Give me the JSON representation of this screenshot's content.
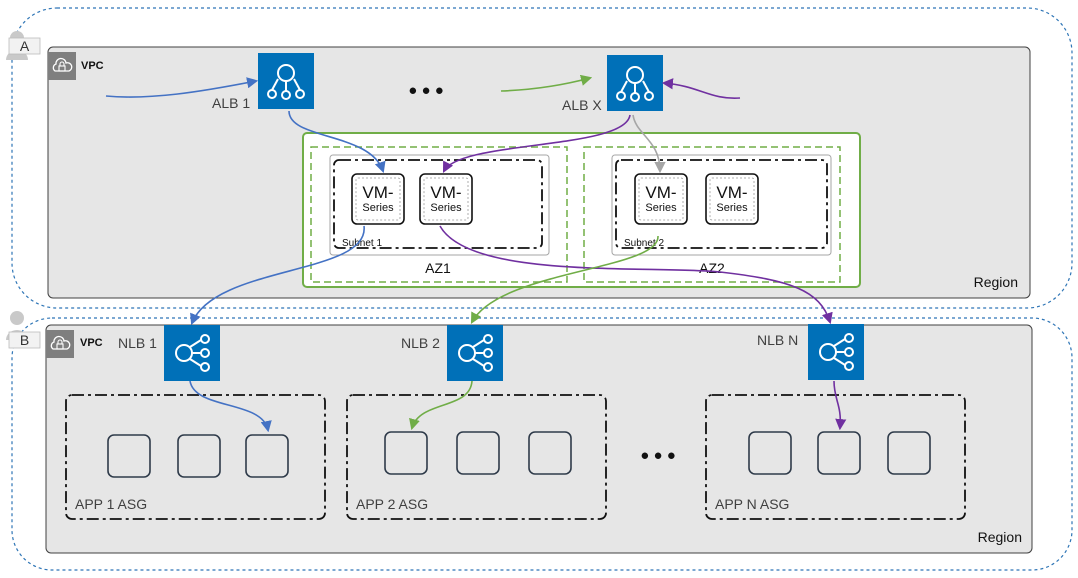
{
  "accounts": [
    {
      "id": "a",
      "letter": "A"
    },
    {
      "id": "b",
      "letter": "B"
    }
  ],
  "top_region": {
    "vpc_label": "VPC",
    "region_label": "Region",
    "alb_1_label": "ALB 1",
    "alb_x_label": "ALB X",
    "ellipsis": "● ● ●",
    "az1_label": "AZ1",
    "az2_label": "AZ2",
    "subnet_1_label": "Subnet 1",
    "subnet_2_label": "Subnet 2",
    "vm_series": {
      "line1": "VM-",
      "line2": "Series"
    }
  },
  "bottom_region": {
    "vpc_label": "VPC",
    "region_label": "Region",
    "nlb_1_label": "NLB 1",
    "nlb_2_label": "NLB 2",
    "nlb_n_label": "NLB N",
    "ellipsis": "● ● ●",
    "asg_1_label": "APP 1 ASG",
    "asg_2_label": "APP 2 ASG",
    "asg_n_label": "APP N ASG"
  },
  "colors": {
    "aws_blue": "#0070b8",
    "flow_blue": "#4472c4",
    "flow_green": "#70ad47",
    "flow_purple": "#7030a0",
    "flow_gray": "#a6a6a6",
    "region_fill": "#e6e6e6",
    "region_border": "#2e75b6",
    "az_green": "#70ad47"
  }
}
